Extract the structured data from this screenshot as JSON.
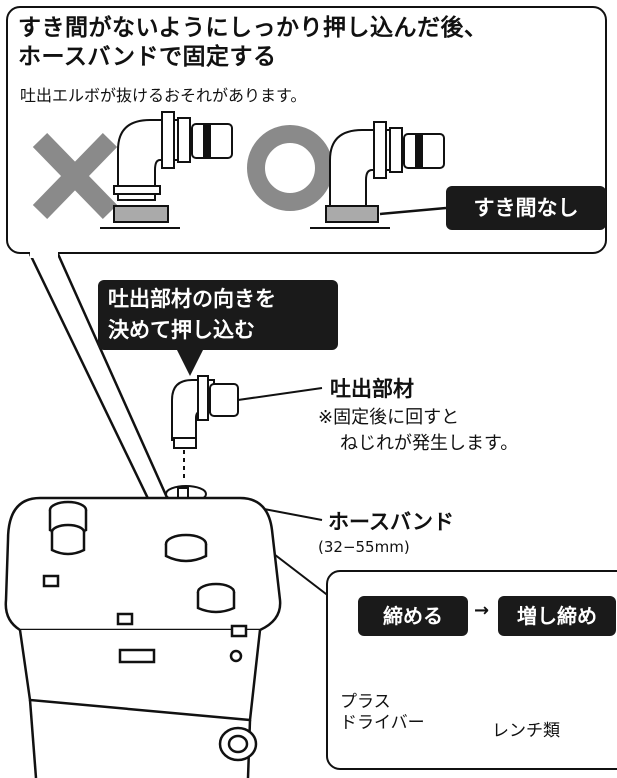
{
  "callout": {
    "title_line1": "すき間がないようにしっかり押し込んだ後、",
    "title_line2": "ホースバンドで固定する",
    "subtitle": "吐出エルボが抜けるおそれがあります。",
    "wrong_mark": "✕",
    "correct_mark": "○",
    "no_gap_label": "すき間なし"
  },
  "instruction": {
    "line1": "吐出部材の向きを",
    "line2": "決めて押し込む"
  },
  "discharge_part": {
    "name": "吐出部材",
    "note_line1": "※固定後に回すと",
    "note_line2": "ねじれが発生します。"
  },
  "hose_band": {
    "name": "ホースバンド",
    "size": "(32−55mm)"
  },
  "tools": {
    "tighten": "締める",
    "arrow": "→",
    "retighten": "増し締め",
    "tool1_line1": "プラス",
    "tool1_line2": "ドライバー",
    "tool2": "レンチ類"
  },
  "colors": {
    "mark_gray": "#8a8a8a",
    "label_bg": "#1a1a1a"
  }
}
